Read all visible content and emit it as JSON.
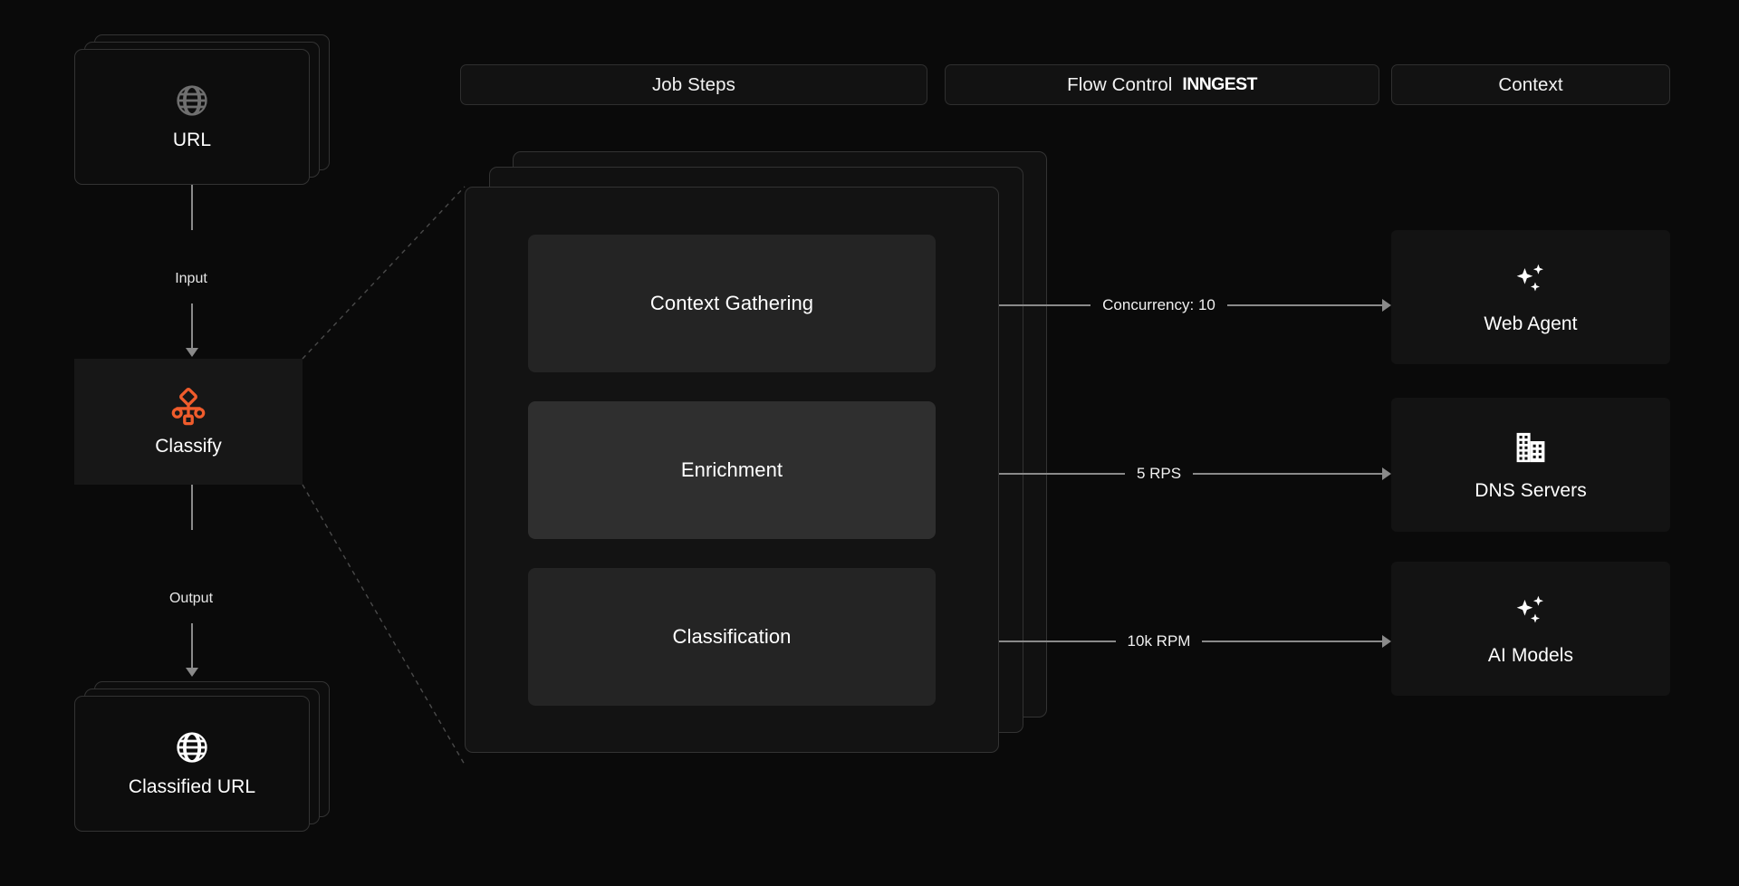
{
  "canvas": {
    "background": "#0a0a0a",
    "accent_color": "#f05c2c",
    "line_color": "#8a8a8a"
  },
  "tabs": [
    {
      "label": "Job Steps",
      "icon": "",
      "brand": ""
    },
    {
      "label": "Flow Control",
      "icon": "",
      "brand": "INNGEST"
    },
    {
      "label": "Context",
      "icon": "",
      "brand": ""
    }
  ],
  "pipeline": {
    "input_card": {
      "label": "URL",
      "icon": "globe-icon",
      "icon_color": "#6f6f6f"
    },
    "node": {
      "label": "Classify",
      "icon": "workflow-icon",
      "icon_color": "#f05c2c"
    },
    "output_card": {
      "label": "Classified URL",
      "icon": "globe-icon",
      "icon_color": "#ffffff"
    },
    "input_edge_label": "Input",
    "output_edge_label": "Output"
  },
  "job_steps": [
    {
      "label": "Context Gathering",
      "highlighted": false
    },
    {
      "label": "Enrichment",
      "highlighted": true
    },
    {
      "label": "Classification",
      "highlighted": false
    }
  ],
  "flow_controls": [
    {
      "label": "Concurrency: 10"
    },
    {
      "label": "5 RPS"
    },
    {
      "label": "10k RPM"
    }
  ],
  "context_resources": [
    {
      "label": "Web Agent",
      "icon": "sparkles-icon"
    },
    {
      "label": "DNS Servers",
      "icon": "building-icon"
    },
    {
      "label": "AI Models",
      "icon": "sparkles-icon"
    }
  ]
}
